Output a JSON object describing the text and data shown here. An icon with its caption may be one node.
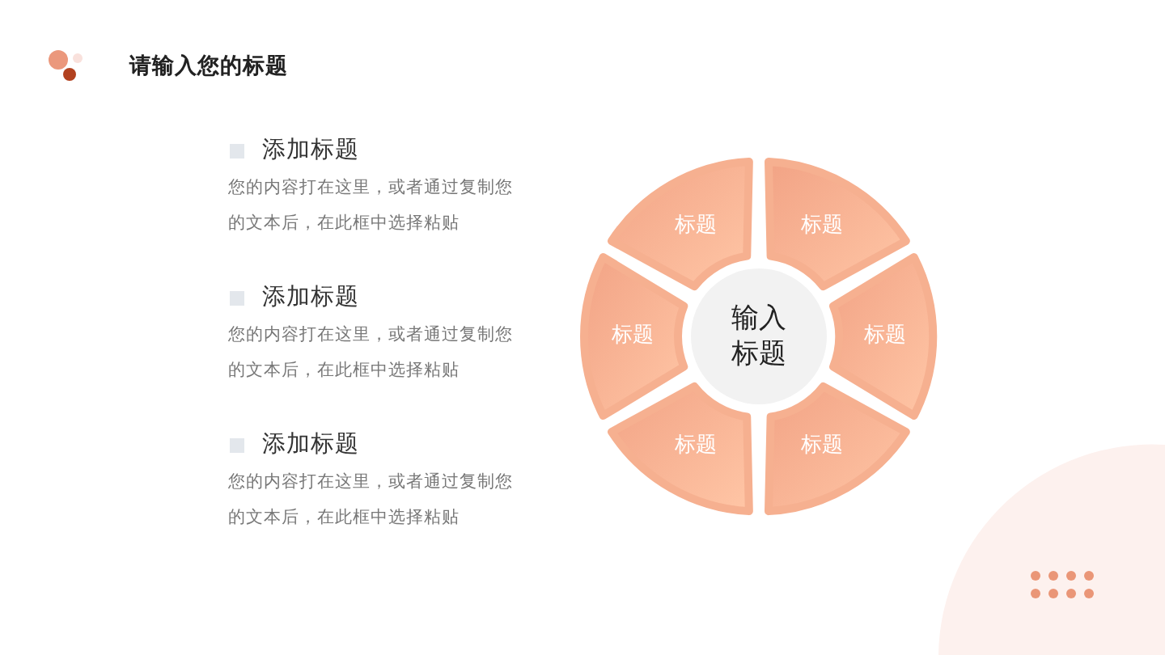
{
  "diagram": {
    "title": "请输入您的标题",
    "nodes": [
      {
        "text": [
          "标题"
        ]
      },
      {
        "text": [
          "标题"
        ]
      },
      {
        "text": [
          "标题"
        ]
      },
      {
        "text": [
          "输入标题"
        ]
      },
      {
        "text": [
          "标题"
        ]
      },
      {
        "text": [
          "标题"
        ]
      },
      {
        "text": [
          "标题"
        ]
      }
    ],
    "labels": [
      "添加标题",
      "您的内容打在这里，或者通过复制您的文本后，在此框中选择粘贴",
      "添加标题",
      "您的内容打在这里，或者通过复制您的文本后，在此框中选择粘贴",
      "添加标题",
      "您的内容打在这里，或者通过复制您的文本后，在此框中选择粘贴"
    ]
  }
}
